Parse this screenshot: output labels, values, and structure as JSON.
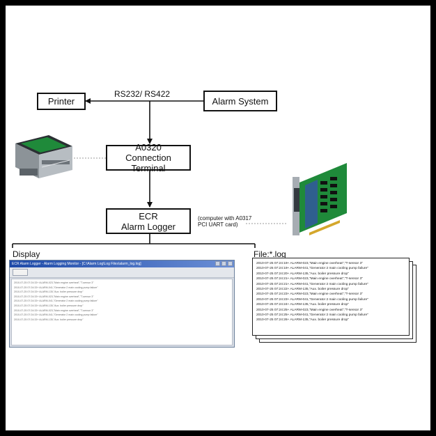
{
  "nodes": {
    "printer": "Printer",
    "alarm_system": "Alarm System",
    "terminal_line1": "A0320",
    "terminal_line2": "Connection Terminal",
    "logger_line1": "ECR",
    "logger_line2": "Alarm Logger"
  },
  "labels": {
    "link": "RS232/ RS422",
    "computer_note_line1": "(computer with A0317",
    "computer_note_line2": "PCI UART card)",
    "display": "Display",
    "file": "File:*.log"
  },
  "display_window": {
    "title": "ECR Alarm Logger - Alarm Logging Monitor - [C:\\Alarm Log\\Log Files\\alarm_log.log]",
    "rows": [
      "2010-07-25 07:24:33+ ALARM-023,\"Main engine overheat\",\"T-sensor 3\"",
      "2010-07-25 07:24:33+ ALARM-041,\"Generator 2 main cooling pump failure\"",
      "2010-07-25 07:24:33+ ALARM-135,\"Aux. boiler pressure drop\"",
      "2010-07-25 07:24:33+ ALARM-023,\"Main engine overheat\",\"T-sensor 3\"",
      "2010-07-25 07:24:33+ ALARM-041,\"Generator 2 main cooling pump failure\"",
      "2010-07-25 07:24:33+ ALARM-135,\"Aux. boiler pressure drop\"",
      "2010-07-25 07:24:33+ ALARM-023,\"Main engine overheat\",\"T-sensor 3\"",
      "2010-07-25 07:24:33+ ALARM-041,\"Generator 2 main cooling pump failure\"",
      "2010-07-25 07:24:33+ ALARM-135,\"Aux. boiler pressure drop\""
    ]
  },
  "log_file": {
    "lines": [
      "2010-07-25 07:24:19+ ALARM-023,\"Main engine overheat\",\"T-sensor 3\"",
      "2010-07-25 07:24:19+ ALARM-041,\"Generator 2 main cooling pump failure\"",
      "2010-07-25 07:24:20+ ALARM-135,\"Aux. boiler pressure drop\"",
      "2010-07-25 07:24:21+ ALARM-023,\"Main engine overheat\",\"T-sensor 3\"",
      "2010-07-25 07:24:21+ ALARM-041,\"Generator 2 main cooling pump failure\"",
      "2010-07-25 07:24:22+ ALARM-135,\"Aux. boiler pressure drop\"",
      "2010-07-25 07:24:23+ ALARM-023,\"Main engine overheat\",\"T-sensor 3\"",
      "2010-07-25 07:24:23+ ALARM-041,\"Generator 2 main cooling pump failure\"",
      "2010-07-25 07:24:24+ ALARM-135,\"Aux. boiler pressure drop\"",
      "2010-07-25 07:24:25+ ALARM-023,\"Main engine overheat\",\"T-sensor 3\"",
      "2010-07-25 07:24:25+ ALARM-041,\"Generator 2 main cooling pump failure\"",
      "2010-07-25 07:24:26+ ALARM-135,\"Aux. boiler pressure drop\""
    ]
  },
  "colors": {
    "pcb_green": "#1f8a3a",
    "connector_blue": "#2f5f8f",
    "title_bar": "#1e4aa8"
  },
  "icons": {
    "terminal_image": "din-rail-terminal-block",
    "card_image": "pci-uart-card"
  }
}
